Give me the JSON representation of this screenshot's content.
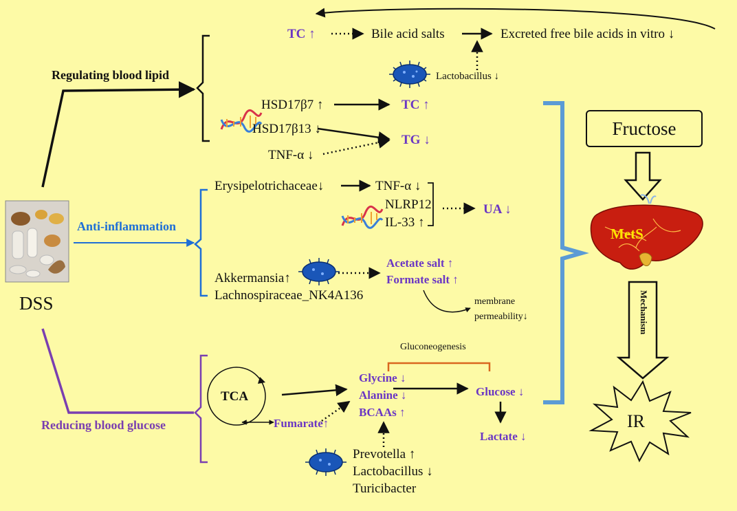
{
  "labels": {
    "tc_up_top": "TC ↑",
    "bile_acid_salts": "Bile acid salts",
    "excreted": "Excreted free bile acids in vitro ↓",
    "lactobacillus_top": "Lactobacillus ↓",
    "regulating_lipid": "Regulating blood lipid",
    "hsd17b7": "HSD17β7 ↑",
    "tc_up_mid": "TC ↑",
    "hsd17b13": "HSD17β13 ↓",
    "tg_down": "TG ↓",
    "tnf_lipid": "TNF-α ↓",
    "erysipelo": "Erysipelotrichaceae↓",
    "tnf_inflam": "TNF-α ↓",
    "nlrp12": "NLRP12",
    "il33": "IL-33 ↑",
    "ua_down": "UA ↓",
    "anti_inflammation": "Anti-inflammation",
    "akkermansia": "Akkermansia↑",
    "lachno": "Lachnospiraceae_NK4A136",
    "acetate": "Acetate salt ↑",
    "formate": "Formate salt ↑",
    "membrane": "membrane",
    "permeability": "permeability↓",
    "dss": "DSS",
    "gluconeogenesis": "Gluconeogenesis",
    "tca": "TCA",
    "glycine": "Glycine ↓",
    "alanine": "Alanine ↓",
    "bcaas": "BCAAs ↑",
    "glucose": "Glucose ↓",
    "fumarate": "Fumarate↑",
    "lactate": "Lactate ↓",
    "reducing_glucose": "Reducing blood glucose",
    "prevotella": "Prevotella ↑",
    "lactobacillus_bottom": "Lactobacillus ↓",
    "turicibacter": "Turicibacter",
    "fructose": "Fructose",
    "mets": "MetS",
    "mechanism": "Mechanism",
    "ir": "IR"
  },
  "colors": {
    "background": "#fdfaa6",
    "purple_text": "#6a36c4",
    "blue_arrow": "#1f6fd6",
    "bracket_blue": "#5b9bd5",
    "purple_arrow": "#7a3fb0",
    "gluconeogenesis_bracket": "#d9661f",
    "liver_red": "#c81e10",
    "mets_text": "#ffe500"
  }
}
